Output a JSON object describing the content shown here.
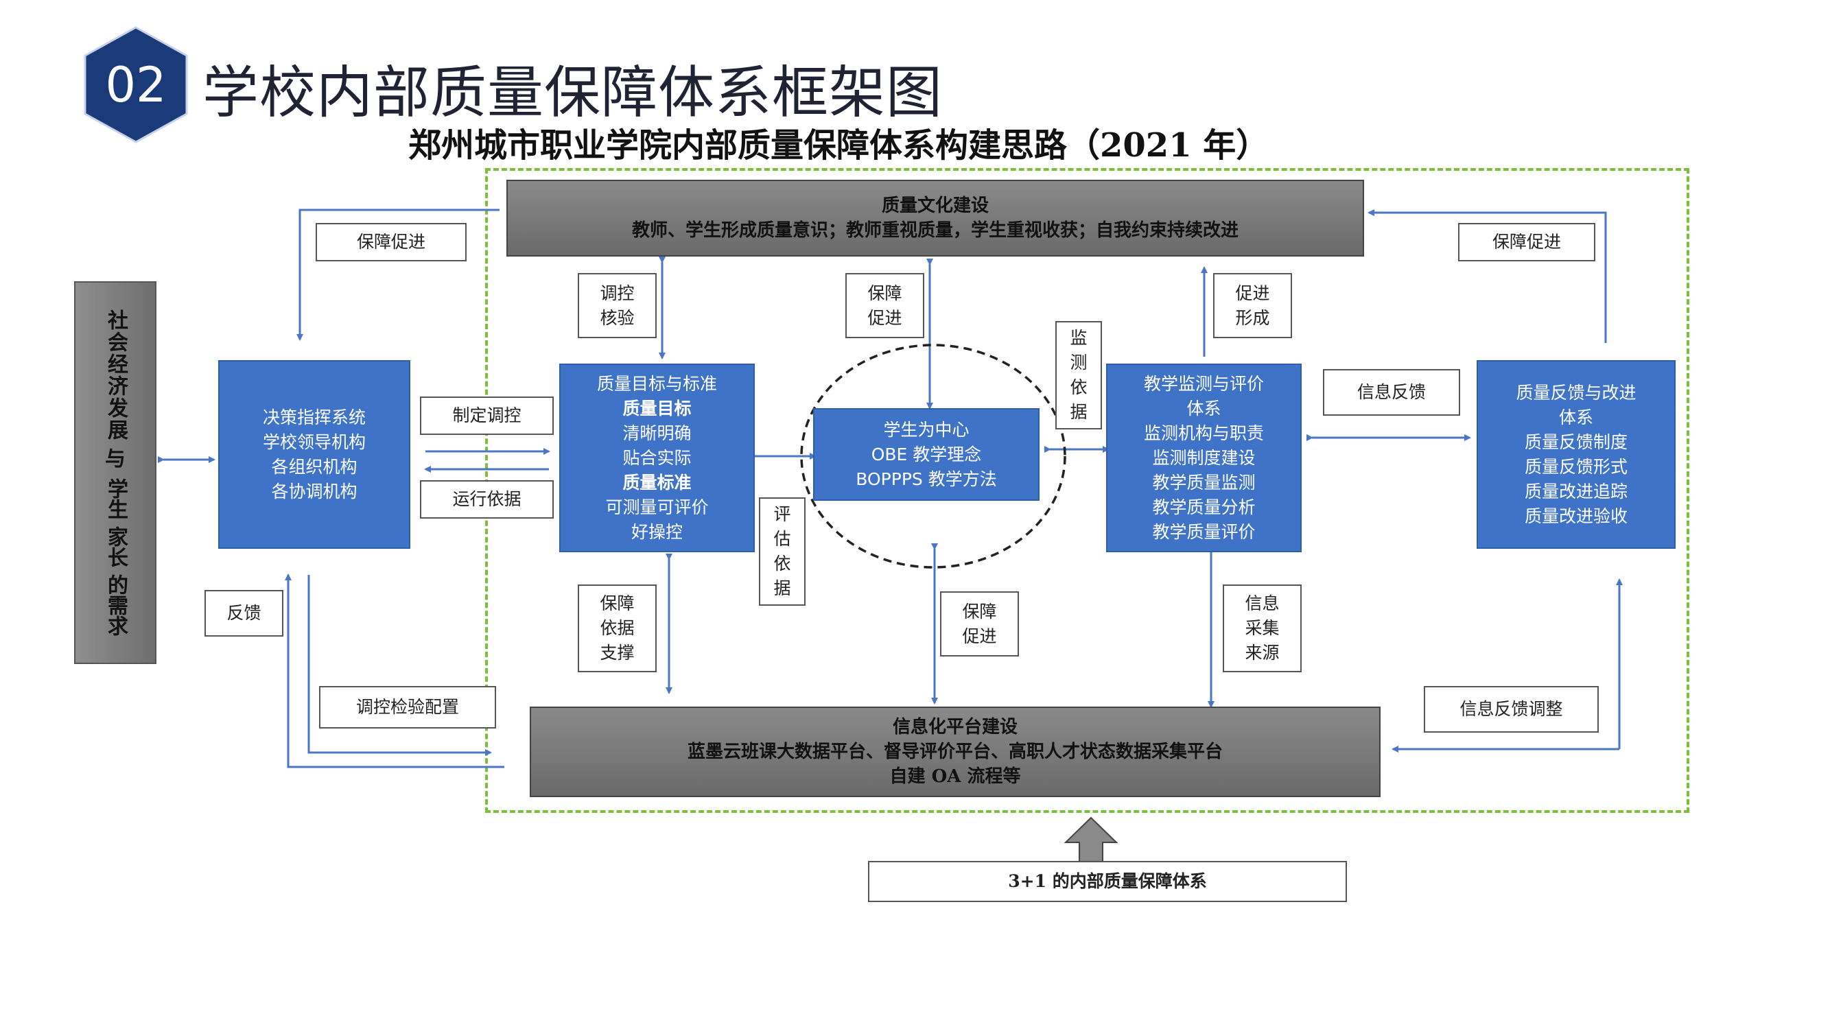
{
  "header": {
    "number": "02",
    "title": "学校内部质量保障体系框架图"
  },
  "diagram": {
    "title": "郑州城市职业学院内部质量保障体系构建思路（2021 年）",
    "culture_box": {
      "line1": "质量文化建设",
      "line2": "教师、学生形成质量意识；教师重视质量，学生重视收获；自我约束持续改进"
    },
    "platform_box": {
      "line1": "信息化平台建设",
      "line2": "蓝墨云班课大数据平台、督导评价平台、高职人才状态数据采集平台",
      "line3": "自建 OA 流程等"
    },
    "society_bar": {
      "lines": [
        "社会经济发展",
        "与",
        "学生",
        "家长",
        "的需求"
      ]
    },
    "decision_box": {
      "lines": [
        "决策指挥系统",
        "学校领导机构",
        "各组织机构",
        "各协调机构"
      ]
    },
    "quality_target_box": {
      "lines": [
        "质量目标与标准",
        "质量目标",
        "清晰明确",
        "贴合实际",
        "质量标准",
        "可测量可评价",
        "好操控"
      ]
    },
    "center_box": {
      "lines": [
        "学生为中心",
        "OBE 教学理念",
        "BOPPPS 教学方法"
      ]
    },
    "monitor_box": {
      "lines": [
        "教学监测与评价",
        "体系",
        "监测机构与职责",
        "监测制度建设",
        "教学质量监测",
        "教学质量分析",
        "教学质量评价"
      ]
    },
    "feedback_box": {
      "lines": [
        "质量反馈与改进",
        "体系",
        "质量反馈制度",
        "质量反馈形式",
        "质量改进追踪",
        "质量改进验收"
      ]
    },
    "labels": {
      "guarantee_left": "保障促进",
      "guarantee_right": "保障促进",
      "adjust_verify": [
        "调控",
        "核验"
      ],
      "guarantee_mid": [
        "保障",
        "促进"
      ],
      "promote_form": [
        "促进",
        "形成"
      ],
      "monitor_basis": [
        "监",
        "测",
        "依",
        "据"
      ],
      "formulate_control": "制定调控",
      "operation_basis": "运行依据",
      "info_feedback": "信息反馈",
      "eval_basis": [
        "评",
        "估",
        "依",
        "据"
      ],
      "feedback": "反馈",
      "support": [
        "保障",
        "依据",
        "支撑"
      ],
      "guarantee_bottom": [
        "保障",
        "促进"
      ],
      "info_source": [
        "信息",
        "采集",
        "来源"
      ],
      "adjust_config": "调控检验配置",
      "info_adjust": "信息反馈调整"
    },
    "bottom_box": "3+1 的内部质量保障体系"
  },
  "colors": {
    "blue_box": "#3f73c8",
    "navy_hex": "#1b3a7a",
    "gray_box": "#7a7a7a",
    "dashed_frame": "#7cbf3c",
    "arrow": "#4a76c4"
  }
}
